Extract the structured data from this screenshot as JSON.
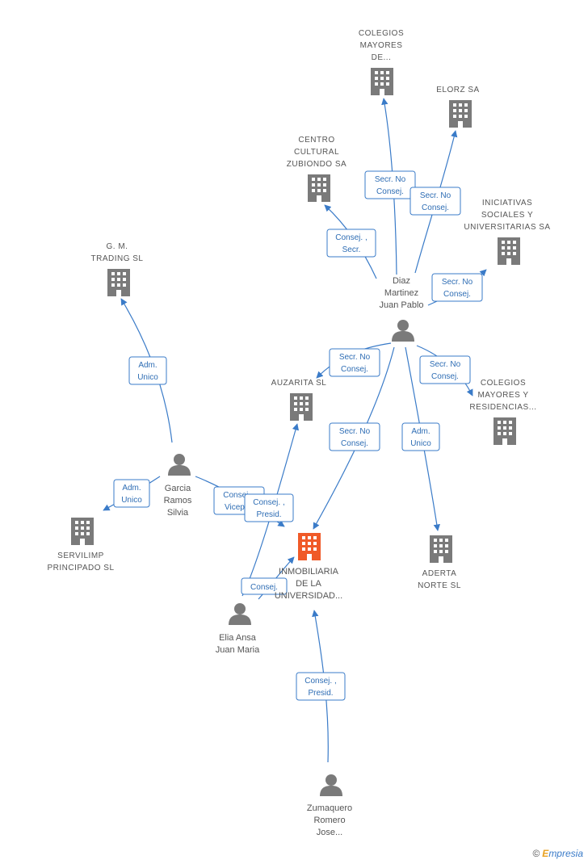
{
  "colors": {
    "building": "#7a7a7a",
    "building_highlight": "#f05a28",
    "person": "#7a7a7a",
    "edge": "#3a7bc8"
  },
  "companies": [
    {
      "id": "colegios-mayores-de",
      "label": [
        "COLEGIOS",
        "MAYORES",
        "DE..."
      ],
      "icon": "building-icon"
    },
    {
      "id": "elorz",
      "label": [
        "ELORZ SA"
      ],
      "icon": "building-icon"
    },
    {
      "id": "centro-cultural",
      "label": [
        "CENTRO",
        "CULTURAL",
        "ZUBIONDO SA"
      ],
      "icon": "building-icon"
    },
    {
      "id": "iniciativas",
      "label": [
        "INICIATIVAS",
        "SOCIALES Y",
        "UNIVERSITARIAS SA"
      ],
      "icon": "building-icon"
    },
    {
      "id": "gm-trading",
      "label": [
        "G. M.",
        "TRADING SL"
      ],
      "icon": "building-icon"
    },
    {
      "id": "auzarita",
      "label": [
        "AUZARITA SL"
      ],
      "icon": "building-icon"
    },
    {
      "id": "colegios-residencias",
      "label": [
        "COLEGIOS",
        "MAYORES Y",
        "RESIDENCIAS..."
      ],
      "icon": "building-icon"
    },
    {
      "id": "servilimp",
      "label": [
        "SERVILIMP",
        "PRINCIPADO  SL"
      ],
      "icon": "building-icon"
    },
    {
      "id": "inmobiliaria",
      "label": [
        "INMOBILIARIA",
        "DE LA",
        "UNIVERSIDAD..."
      ],
      "icon": "building-icon",
      "highlight": true
    },
    {
      "id": "aderta",
      "label": [
        "ADERTA",
        "NORTE SL"
      ],
      "icon": "building-icon"
    }
  ],
  "people": [
    {
      "id": "diaz",
      "label": [
        "Diaz",
        "Martinez",
        "Juan Pablo"
      ],
      "icon": "person-icon"
    },
    {
      "id": "garcia",
      "label": [
        "Garcia",
        "Ramos",
        "Silvia"
      ],
      "icon": "person-icon"
    },
    {
      "id": "elia",
      "label": [
        "Elia Ansa",
        "Juan Maria"
      ],
      "icon": "person-icon"
    },
    {
      "id": "zumaquero",
      "label": [
        "Zumaquero",
        "Romero",
        "Jose..."
      ],
      "icon": "person-icon"
    }
  ],
  "relations": [
    {
      "id": "diaz-colegios-de",
      "label": [
        "Secr.  No",
        "Consej."
      ]
    },
    {
      "id": "diaz-elorz",
      "label": [
        "Secr.  No",
        "Consej."
      ]
    },
    {
      "id": "diaz-centro",
      "label": [
        "Consej. ,",
        "Secr."
      ]
    },
    {
      "id": "diaz-iniciativas",
      "label": [
        "Secr.  No",
        "Consej."
      ]
    },
    {
      "id": "diaz-auzarita",
      "label": [
        "Secr.  No",
        "Consej."
      ]
    },
    {
      "id": "diaz-residencias",
      "label": [
        "Secr.  No",
        "Consej."
      ]
    },
    {
      "id": "diaz-inmobiliaria",
      "label": [
        "Secr.  No",
        "Consej."
      ]
    },
    {
      "id": "diaz-aderta",
      "label": [
        "Adm.",
        "Unico"
      ]
    },
    {
      "id": "garcia-gm",
      "label": [
        "Adm.",
        "Unico"
      ]
    },
    {
      "id": "garcia-servilimp",
      "label": [
        "Adm.",
        "Unico"
      ]
    },
    {
      "id": "garcia-inmobiliaria",
      "label": [
        "Consej. ,",
        "Vicepr..."
      ]
    },
    {
      "id": "elia-inmobiliaria",
      "label": [
        "Consej. ,",
        "Presid."
      ]
    },
    {
      "id": "elia-auzarita",
      "label": [
        "Consej."
      ]
    },
    {
      "id": "zumaquero-inmobiliaria",
      "label": [
        "Consej. ,",
        "Presid."
      ]
    }
  ],
  "brand": {
    "copyright": "©",
    "first_letter": "E",
    "rest": "mpresia"
  }
}
